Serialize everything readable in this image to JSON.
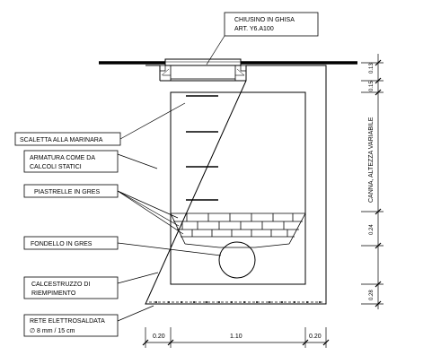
{
  "callouts": {
    "cover_line1": "CHIUSINO IN GHISA",
    "cover_line2": "ART. Y6.A100",
    "ladder": "SCALETTA ALLA MARINARA",
    "rebar_line1": "ARMATURA COME DA",
    "rebar_line2": "CALCOLI STATICI",
    "tiles": "PIASTRELLE IN GRES",
    "bottom": "FONDELLO IN GRES",
    "concrete_line1": "CALCESTRUZZO DI",
    "concrete_line2": "RIEMPIMENTO",
    "mesh_line1": "RETE ELETTROSALDATA",
    "mesh_line2": "∅ 8 mm / 15 cm"
  },
  "dimensions": {
    "horizontal": [
      "0.20",
      "1.10",
      "0.20"
    ],
    "vertical": [
      "0.13",
      "0.15",
      "0.24",
      "0.28"
    ],
    "shaft": "CANNA, ALTEZZA VARIABILE"
  },
  "icons": {
    "cover": "manhole-cover-icon",
    "pipe": "pipe-section-icon"
  }
}
